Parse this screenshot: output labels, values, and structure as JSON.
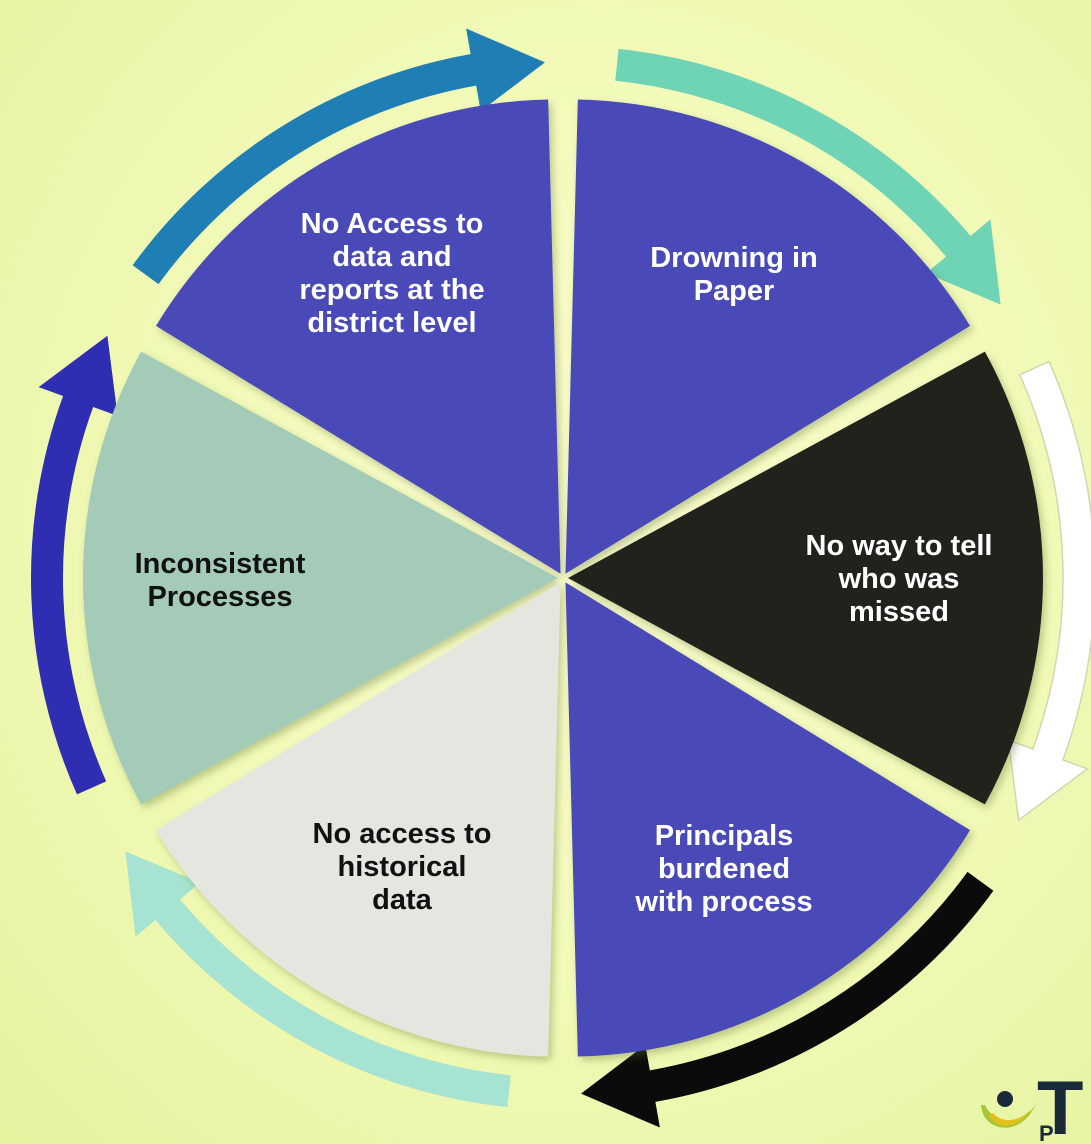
{
  "segments": [
    {
      "label": "No Access to\ndata and\nreports at the\ndistrict level",
      "color": "#4a49b8",
      "text_color": "#ffffff"
    },
    {
      "label": "Drowning in\nPaper",
      "color": "#4a49b8",
      "text_color": "#ffffff"
    },
    {
      "label": "No way to tell\nwho was\nmissed",
      "color": "#22221e",
      "text_color": "#ffffff"
    },
    {
      "label": "Principals\nburdened\nwith process",
      "color": "#4a49b8",
      "text_color": "#ffffff"
    },
    {
      "label": "No access to\nhistorical\ndata",
      "color": "#e6e6e0",
      "text_color": "#111111"
    },
    {
      "label": "Inconsistent\nProcesses",
      "color": "#a3cbb8",
      "text_color": "#111111"
    }
  ],
  "arrows": [
    {
      "color": "#1f7fb5"
    },
    {
      "color": "#6fd3b6"
    },
    {
      "color": "#ffffff"
    },
    {
      "color": "#0b0b0b"
    },
    {
      "color": "#a7e3d2"
    },
    {
      "color": "#2f2eb3"
    }
  ],
  "logo": {
    "letter": "T",
    "tagline": "P"
  }
}
